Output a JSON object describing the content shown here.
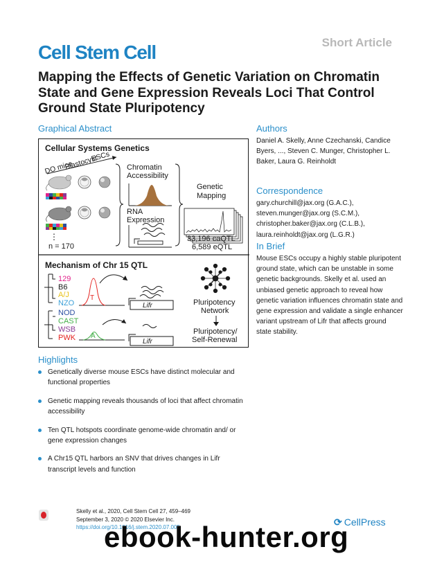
{
  "header": {
    "article_type": "Short Article",
    "journal": "Cell Stem Cell",
    "title": "Mapping the Effects of Genetic Variation on Chromatin State and Gene Expression Reveals Loci That Control Ground State Pluripotency"
  },
  "graphical_abstract": {
    "heading": "Graphical Abstract",
    "top_title": "Cellular Systems Genetics",
    "stage_1": "DO mice",
    "stage_2": "Blastocyst",
    "stage_3": "ESCs",
    "chromatin": "Chromatin",
    "accessibility": "Accessibility",
    "rna": "RNA",
    "expression": "Expression",
    "genetic": "Genetic",
    "mapping": "Mapping",
    "dots": "⋮",
    "n": "n = 170",
    "caqtl": "33,196 caQTL",
    "eqtl": "6,589 eQTL",
    "bottom_title": "Mechanism of Chr 15 QTL",
    "strains_top": [
      "129",
      "B6",
      "A/J",
      "NZO"
    ],
    "strains_bottom": [
      "NOD",
      "CAST",
      "WSB",
      "PWK"
    ],
    "strain_colors": [
      "#e0218a",
      "#1a1a1a",
      "#e8c21a",
      "#3ba0d8",
      "#2b4ea0",
      "#44b049",
      "#8a3c96",
      "#e42420"
    ],
    "allele_t": "T",
    "allele_a": "A",
    "gene": "Lifr",
    "pluripotency": "Pluripotency",
    "network": "Network",
    "pluripotency2": "Pluripotency/",
    "self_renewal": "Self-Renewal"
  },
  "authors": {
    "heading": "Authors",
    "names": "Daniel A. Skelly, Anne Czechanski, Candice Byers, ..., Steven C. Munger, Christopher L. Baker, Laura G. Reinholdt"
  },
  "correspondence": {
    "heading": "Correspondence",
    "emails": [
      "gary.churchill@jax.org (G.A.C.),",
      "steven.munger@jax.org (S.C.M.),",
      "christopher.baker@jax.org (C.L.B.),",
      "laura.reinholdt@jax.org (L.G.R.)"
    ]
  },
  "in_brief": {
    "heading": "In Brief",
    "text": "Mouse ESCs occupy a highly stable pluripotent ground state, which can be unstable in some genetic backgrounds. Skelly et al. used an unbiased genetic approach to reveal how genetic variation influences chromatin state and gene expression and validate a single enhancer variant upstream of Lifr that affects ground state stability."
  },
  "highlights": {
    "heading": "Highlights",
    "items": [
      "Genetically diverse mouse ESCs have distinct molecular and functional properties",
      "Genetic mapping reveals thousands of loci that affect chromatin accessibility",
      "Ten QTL hotspots coordinate genome-wide chromatin and/ or gene expression changes",
      "A Chr15 QTL harbors an SNV that drives changes in Lifr transcript levels and function"
    ]
  },
  "footer": {
    "citation_1": "Skelly et al., 2020, Cell Stem Cell 27, 459–469",
    "citation_2": "September 3, 2020 © 2020 Elsevier Inc.",
    "doi": "https://doi.org/10.1016/j.stem.2020.07.005",
    "publisher": "CellPress",
    "watermark": "ebook-hunter.org"
  }
}
